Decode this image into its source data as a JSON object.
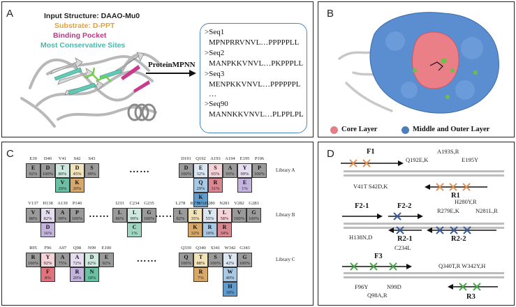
{
  "panel_a": {
    "label": "A",
    "legend": {
      "input": "Input Structure: DAAO-Mu0",
      "substrate": "Substrate: D-PPT",
      "pocket": "Binding Pocket",
      "conserved": "Most Conservative Sites"
    },
    "tool": "ProteinMPNN",
    "sequences": [
      ">Seq1",
      "MPNPRRVNVL…PPPPPLL",
      ">Seq2",
      "MANPKKVNVL…PKPPPLL",
      ">Seq3",
      "MENPKKVNVL…PPPPPPL",
      "…",
      ">Seq90",
      "MANNKKVNVL…PLPPLPL"
    ]
  },
  "panel_b": {
    "label": "B",
    "legend_core": "Core Layer",
    "legend_outer": "Middle and Outer Layer",
    "colors": {
      "core": "#e57f87",
      "outer": "#4a7ebd"
    }
  },
  "panel_c": {
    "label": "C",
    "dots": "…",
    "libraries": [
      {
        "name": "Library A",
        "groups": [
          [
            {
              "pos": "E39",
              "aa": "E",
              "pct": "92%",
              "color": "#9a9a9a",
              "alts": []
            },
            {
              "pos": "D40",
              "aa": "D",
              "pct": "100%",
              "color": "#9a9a9a",
              "alts": []
            },
            {
              "pos": "V41",
              "aa": "T",
              "pct": "80%",
              "color": "#cfe9e0",
              "alts": [
                {
                  "aa": "V",
                  "pct": "20%",
                  "color": "#6cbfa3"
                }
              ]
            },
            {
              "pos": "S42",
              "aa": "D",
              "pct": "45%",
              "color": "#f2e3b8",
              "alts": [
                {
                  "aa": "K",
                  "pct": "20%",
                  "color": "#d8a86a"
                }
              ]
            },
            {
              "pos": "S43",
              "aa": "S",
              "pct": "99%",
              "color": "#9a9a9a",
              "alts": []
            }
          ],
          [
            {
              "pos": "D191",
              "aa": "D",
              "pct": "100%",
              "color": "#9a9a9a",
              "alts": []
            },
            {
              "pos": "Q192",
              "aa": "E",
              "pct": "32%",
              "color": "#dbe7f2",
              "alts": [
                {
                  "aa": "Q",
                  "pct": "29%",
                  "color": "#a9c8e3"
                },
                {
                  "aa": "K",
                  "pct": "16%",
                  "color": "#5f9bcc"
                }
              ]
            },
            {
              "pos": "A193",
              "aa": "S",
              "pct": "65%",
              "color": "#f5d3d8",
              "alts": [
                {
                  "aa": "R",
                  "pct": "31%",
                  "color": "#d98790"
                }
              ]
            },
            {
              "pos": "A194",
              "aa": "A",
              "pct": "93%",
              "color": "#9a9a9a",
              "alts": []
            },
            {
              "pos": "E195",
              "aa": "Y",
              "pct": "99%",
              "color": "#e6ddf0",
              "alts": [
                {
                  "aa": "E",
                  "pct": "1%",
                  "color": "#c3b3df"
                }
              ]
            },
            {
              "pos": "P196",
              "aa": "P",
              "pct": "100%",
              "color": "#9a9a9a",
              "alts": []
            }
          ]
        ]
      },
      {
        "name": "Library B",
        "groups": [
          [
            {
              "pos": "V137",
              "aa": "V",
              "pct": "88%",
              "color": "#9a9a9a",
              "alts": []
            },
            {
              "pos": "H138",
              "aa": "N",
              "pct": "82%",
              "color": "#e6ddf0",
              "alts": [
                {
                  "aa": "D",
                  "pct": "16%",
                  "color": "#c3b3df"
                }
              ]
            },
            {
              "pos": "A139",
              "aa": "A",
              "pct": "99%",
              "color": "#9a9a9a",
              "alts": []
            },
            {
              "pos": "P140",
              "aa": "P",
              "pct": "100%",
              "color": "#9a9a9a",
              "alts": []
            }
          ],
          [
            {
              "pos": "I233",
              "aa": "L",
              "pct": "86%",
              "color": "#9a9a9a",
              "alts": []
            },
            {
              "pos": "C234",
              "aa": "L",
              "pct": "99%",
              "color": "#cfe9e0",
              "alts": [
                {
                  "aa": "C",
                  "pct": "1%",
                  "color": "#9fd6c1"
                }
              ]
            },
            {
              "pos": "G235",
              "aa": "G",
              "pct": "100%",
              "color": "#9a9a9a",
              "alts": []
            }
          ],
          [
            {
              "pos": "L278",
              "aa": "L",
              "pct": "82%",
              "color": "#9a9a9a",
              "alts": []
            },
            {
              "pos": "R279",
              "aa": "E",
              "pct": "35%",
              "color": "#f2e3b8",
              "alts": [
                {
                  "aa": "K",
                  "pct": "32%",
                  "color": "#d8a86a"
                }
              ]
            },
            {
              "pos": "H280",
              "aa": "Y",
              "pct": "55%",
              "color": "#dbe7f2",
              "alts": [
                {
                  "aa": "R",
                  "pct": "10%",
                  "color": "#a9c8e3"
                }
              ]
            },
            {
              "pos": "N281",
              "aa": "L",
              "pct": "58%",
              "color": "#f5d3d8",
              "alts": [
                {
                  "aa": "R",
                  "pct": "34%",
                  "color": "#d98790"
                }
              ]
            },
            {
              "pos": "V282",
              "aa": "V",
              "pct": "100%",
              "color": "#9a9a9a",
              "alts": []
            },
            {
              "pos": "G283",
              "aa": "G",
              "pct": "100%",
              "color": "#9a9a9a",
              "alts": []
            }
          ]
        ]
      },
      {
        "name": "Library C",
        "groups": [
          [
            {
              "pos": "R95",
              "aa": "R",
              "pct": "100%",
              "color": "#9a9a9a",
              "alts": []
            },
            {
              "pos": "F96",
              "aa": "Y",
              "pct": "92%",
              "color": "#f5d3d8",
              "alts": [
                {
                  "aa": "F",
                  "pct": "8%",
                  "color": "#e0737d"
                }
              ]
            },
            {
              "pos": "A97",
              "aa": "A",
              "pct": "75%",
              "color": "#9a9a9a",
              "alts": []
            },
            {
              "pos": "Q98",
              "aa": "A",
              "pct": "72%",
              "color": "#e6ddf0",
              "alts": [
                {
                  "aa": "R",
                  "pct": "20%",
                  "color": "#c3b3df"
                }
              ]
            },
            {
              "pos": "N99",
              "aa": "D",
              "pct": "82%",
              "color": "#cfe9e0",
              "alts": [
                {
                  "aa": "N",
                  "pct": "18%",
                  "color": "#6cbfa3"
                }
              ]
            },
            {
              "pos": "E100",
              "aa": "E",
              "pct": "92%",
              "color": "#9a9a9a",
              "alts": []
            }
          ],
          [
            {
              "pos": "Q339",
              "aa": "Q",
              "pct": "100%",
              "color": "#9a9a9a",
              "alts": []
            },
            {
              "pos": "Q340",
              "aa": "T",
              "pct": "88%",
              "color": "#f2e3b8",
              "alts": [
                {
                  "aa": "R",
                  "pct": "7%",
                  "color": "#d8a86a"
                }
              ]
            },
            {
              "pos": "S341",
              "aa": "S",
              "pct": "100%",
              "color": "#9a9a9a",
              "alts": []
            },
            {
              "pos": "W342",
              "aa": "Y",
              "pct": "42%",
              "color": "#dbe7f2",
              "alts": [
                {
                  "aa": "W",
                  "pct": "40%",
                  "color": "#a9c8e3"
                },
                {
                  "aa": "H",
                  "pct": "18%",
                  "color": "#5f9bcc"
                }
              ]
            },
            {
              "pos": "G343",
              "aa": "G",
              "pct": "100%",
              "color": "#9a9a9a",
              "alts": []
            }
          ]
        ]
      }
    ]
  },
  "panel_d": {
    "label": "D",
    "fragments": [
      "F1",
      "R1",
      "F2-1",
      "F2-2",
      "R2-1",
      "R2-2",
      "F3",
      "R3"
    ],
    "mutations": {
      "r1_top_right_1": "A193S,R",
      "r1_top_mid": "Q192E,K",
      "r1_top_right_2": "E195Y",
      "r1_bottom_left": "V41T  S42D,K",
      "r2_top_right_1": "H280Y,R",
      "r2_top_mid": "R279E,K",
      "r2_top_right_2": "N281L,R",
      "r2_bottom_left": "H138N,D",
      "r2_bottom_mid": "C234L",
      "r3_top_right": "Q340T,R  W342Y,H",
      "r3_bottom_left": "F96Y",
      "r3_bottom_mid": "N99D",
      "r3_bottom_low": "Q98A,R"
    },
    "colors": {
      "set1": "#e0955a",
      "set2": "#3c5e9a",
      "set3": "#4aa84a"
    }
  }
}
